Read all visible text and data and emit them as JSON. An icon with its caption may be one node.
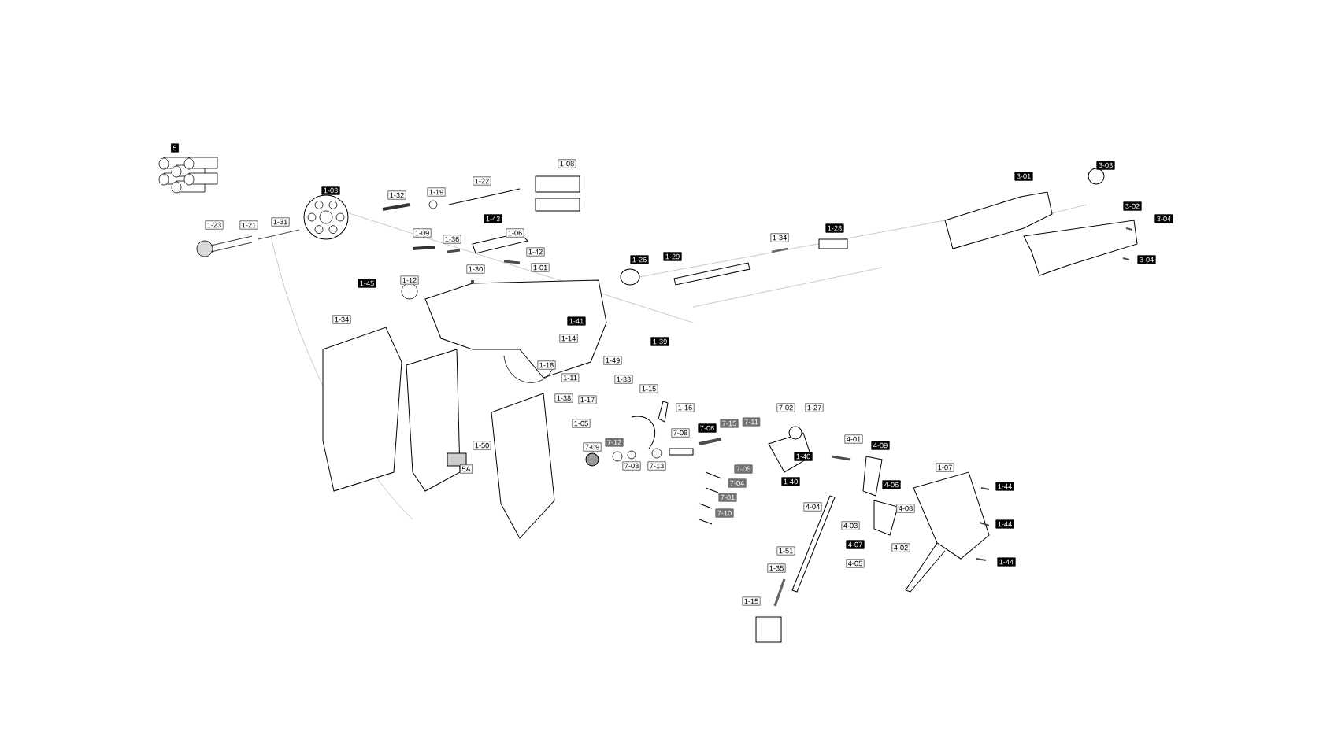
{
  "diagram": {
    "labels": [
      "5",
      "1-08",
      "3-03",
      "3-01",
      "1-22",
      "1-03",
      "1-19",
      "1-32",
      "3-02",
      "1-43",
      "3-04",
      "1-31",
      "1-23",
      "1-21",
      "1-28",
      "1-09",
      "1-06",
      "1-34",
      "1-36",
      "1-42",
      "1-29",
      "1-26",
      "3-04",
      "1-30",
      "1-01",
      "1-12",
      "1-45",
      "1-34",
      "1-41",
      "1-14",
      "1-39",
      "1-49",
      "1-18",
      "1-11",
      "1-33",
      "1-15",
      "1-38",
      "1-17",
      "1-16",
      "7-02",
      "1-27",
      "7-11",
      "7-15",
      "1-05",
      "7-06",
      "7-08",
      "4-01",
      "7-12",
      "1-50",
      "4-09",
      "7-09",
      "1-40",
      "7-03",
      "7-13",
      "1-07",
      "5A",
      "7-05",
      "1-40",
      "7-04",
      "4-06",
      "1-44",
      "7-01",
      "4-04",
      "4-08",
      "7-10",
      "1-44",
      "4-03",
      "4-07",
      "4-02",
      "1-51",
      "1-44",
      "4-05",
      "1-35",
      "1-15"
    ]
  }
}
